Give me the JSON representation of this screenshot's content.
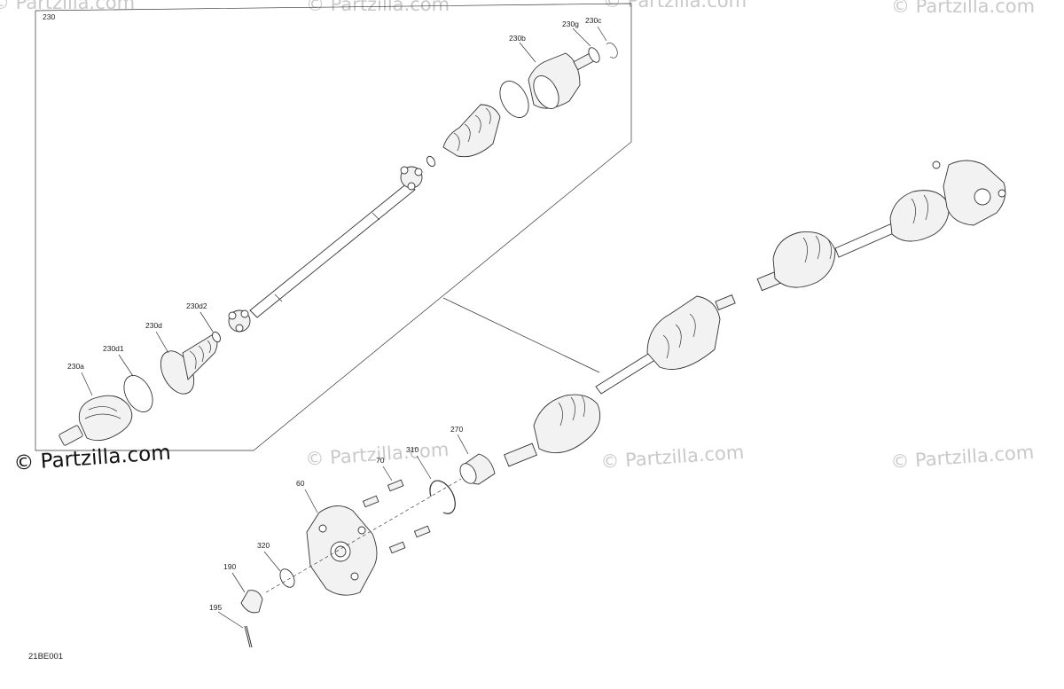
{
  "diagram": {
    "drawing_code": "21BE001",
    "watermark": "© Partzilla.com",
    "callouts": {
      "c230": "230",
      "c230a": "230a",
      "c230b": "230b",
      "c230c": "230c",
      "c230d": "230d",
      "c230d1": "230d1",
      "c230d2": "230d2",
      "c230g": "230g",
      "c270": "270",
      "c310": "310",
      "c70": "70",
      "c60": "60",
      "c320": "320",
      "c190": "190",
      "c195": "195"
    }
  }
}
